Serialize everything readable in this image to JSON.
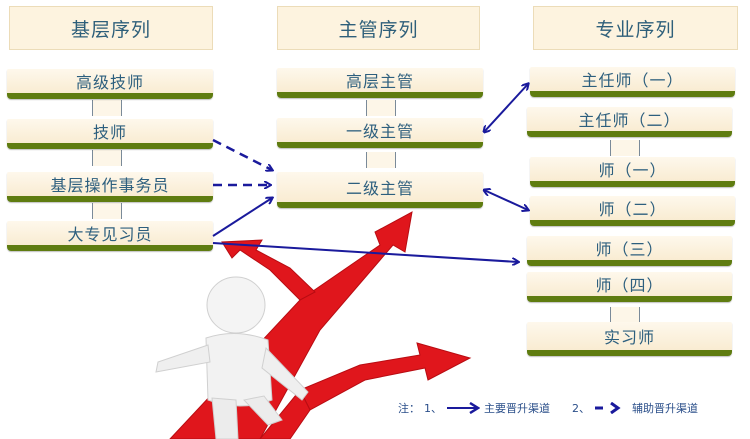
{
  "columns": [
    {
      "title": "基层序列",
      "items": [
        "高级技师",
        "技师",
        "基层操作事务员",
        "大专见习员"
      ]
    },
    {
      "title": "主管序列",
      "items": [
        "高层主管",
        "一级主管",
        "二级主管"
      ]
    },
    {
      "title": "专业序列",
      "items": [
        "主任师（一）",
        "主任师（二）",
        "师（一）",
        "师（二）",
        "师（三）",
        "师（四）",
        "实习师"
      ]
    }
  ],
  "legend": {
    "prefix": "注：",
    "item1_num": "1、",
    "item1_label": "主要晋升渠道",
    "item2_num": "2、",
    "item2_label": "辅助晋升渠道"
  },
  "colors": {
    "arrow": "#1a1a9c",
    "bar": "#5f7c10",
    "box_fill": "#fdf3df",
    "text": "#2d5f7e",
    "red_arrow": "#e0161c"
  }
}
